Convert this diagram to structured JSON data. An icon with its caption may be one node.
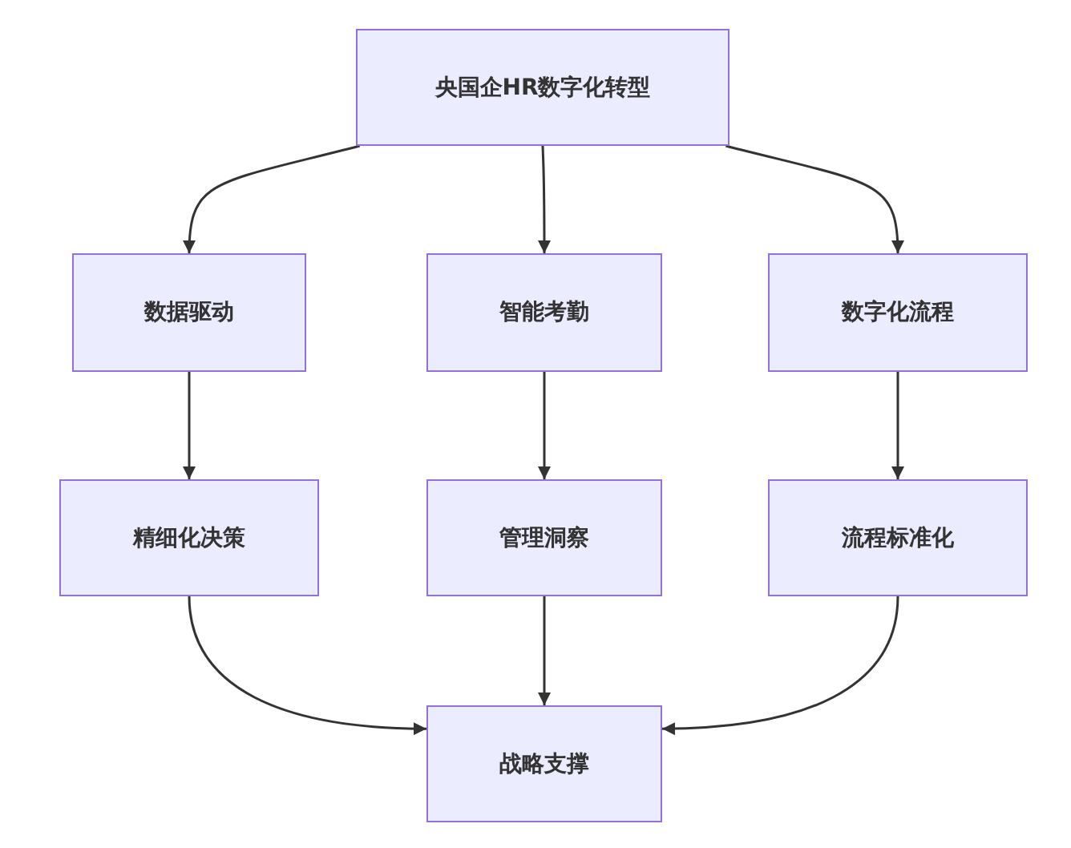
{
  "diagram": {
    "nodes": [
      {
        "text": [
          "央国企HR数字化转型"
        ]
      },
      {
        "text": [
          "数据驱动"
        ]
      },
      {
        "text": [
          "智能考勤"
        ]
      },
      {
        "text": [
          "数字化流程"
        ]
      },
      {
        "text": [
          "精细化决策"
        ]
      },
      {
        "text": [
          "管理洞察"
        ]
      },
      {
        "text": [
          "流程标准化"
        ]
      },
      {
        "text": [
          "战略支撑"
        ]
      }
    ],
    "edges": [
      {
        "from": 0,
        "to": 1,
        "arrow": "to"
      },
      {
        "from": 0,
        "to": 2,
        "arrow": "to"
      },
      {
        "from": 0,
        "to": 3,
        "arrow": "to"
      },
      {
        "from": 1,
        "to": 4,
        "arrow": "to"
      },
      {
        "from": 2,
        "to": 5,
        "arrow": "to"
      },
      {
        "from": 3,
        "to": 6,
        "arrow": "to"
      },
      {
        "from": 4,
        "to": 7,
        "arrow": "to"
      },
      {
        "from": 5,
        "to": 7,
        "arrow": "to"
      },
      {
        "from": 6,
        "to": 7,
        "arrow": "to"
      }
    ]
  }
}
